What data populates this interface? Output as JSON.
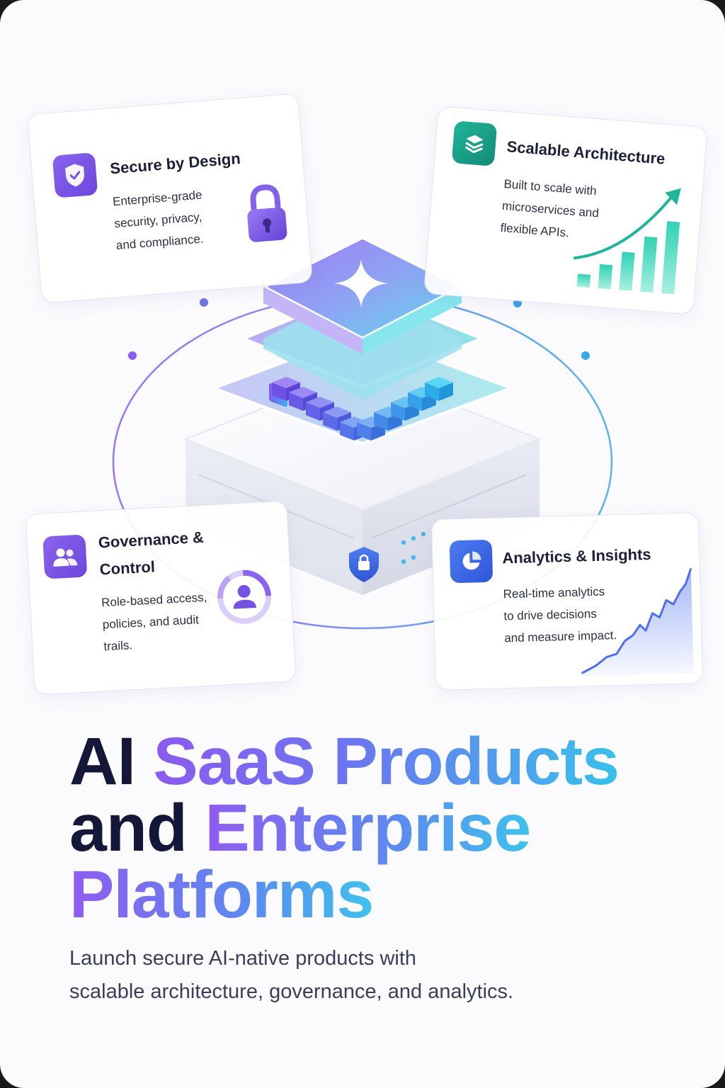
{
  "cards": {
    "secure": {
      "title": "Secure by Design",
      "desc": [
        "Enterprise-grade",
        "security, privacy,",
        "and compliance."
      ],
      "icon": "shield-check-icon"
    },
    "scalable": {
      "title": "Scalable Architecture",
      "desc": [
        "Built to scale with",
        "microservices and",
        "flexible APIs."
      ],
      "icon": "layers-icon"
    },
    "governance": {
      "title": [
        "Governance &",
        "Control"
      ],
      "desc": [
        "Role-based access,",
        "policies, and audit",
        "trails."
      ],
      "icon": "users-icon"
    },
    "analytics": {
      "title": "Analytics & Insights",
      "desc": [
        "Real-time analytics",
        "to drive decisions",
        "and measure impact."
      ],
      "icon": "pie-chart-icon"
    }
  },
  "headline": {
    "word1": "AI",
    "word2": "SaaS Products",
    "word3": "and",
    "word4": "Enterprise",
    "word5": "Platforms"
  },
  "subtitle": {
    "line1": "Launch secure AI-native products with",
    "line2": "scalable architecture, governance, and analytics."
  },
  "colors": {
    "purple": "#7b5ce6",
    "teal": "#1faa94",
    "blue": "#3f6ee8",
    "dark": "#141737"
  }
}
